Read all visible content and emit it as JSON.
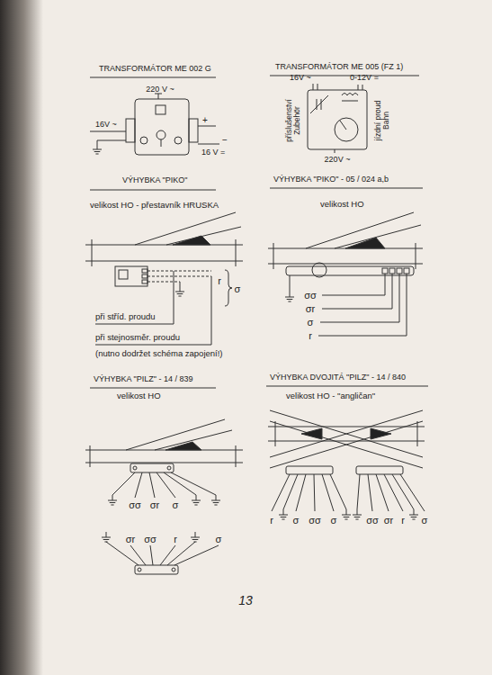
{
  "diagram": {
    "labels": [
      "TRANSFORMÁTOR ME 002 G",
      "220 V ~",
      "16V ~",
      "+",
      "−",
      "16 V =",
      "TRANSFORMÁTOR ME 005 (FZ 1)",
      "16V ~",
      "0-12V =",
      "příslušenství Zubehör",
      "jízdní proud Bahn",
      "220V ~",
      "VÝHYBKA \"PIKO\"",
      "velikost HO - přestavník HRUSKA",
      "r",
      "σ",
      "při stříd. proudu",
      "při stejnosměr. proudu",
      "(nutno dodržet schéma zapojení!)",
      "VÝHYBKA \"PIKO\" - 05 / 024 a,b",
      "velikost HO",
      "σσ",
      "σr",
      "σ",
      "r",
      "VÝHYBKA \"PILZ\" - 14 / 839",
      "velikost HO",
      "σσ",
      "σr",
      "σ",
      "σr",
      "σσ",
      "r",
      "σ",
      "VÝHYBKA DVOJITÁ \"PILZ\" - 14 / 840",
      "velikost HO - \"angličan\"",
      "r",
      "σ",
      "σσ",
      "σ",
      "σσ",
      "σr",
      "r",
      "σ",
      "13"
    ]
  }
}
